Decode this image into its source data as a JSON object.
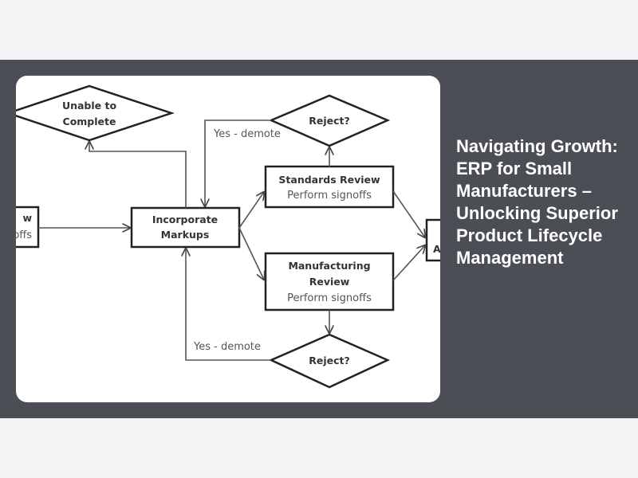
{
  "article": {
    "title": "Navigating Growth: ERP for Small Manufacturers – Unlocking Superior Product Lifecycle Management"
  },
  "diagram": {
    "unable": [
      "Unable to",
      "Complete"
    ],
    "left_box": [
      "w",
      "offs"
    ],
    "incorporate": [
      "Incorporate",
      "Markups"
    ],
    "reject_top": "Reject?",
    "reject_bottom": "Reject?",
    "yes_demote_top": "Yes - demote",
    "yes_demote_bottom": "Yes - demote",
    "standards": [
      "Standards Review",
      "Perform signoffs"
    ],
    "manufacturing": [
      "Manufacturing",
      "Review",
      "Perform signoffs"
    ],
    "right_box": "A"
  }
}
